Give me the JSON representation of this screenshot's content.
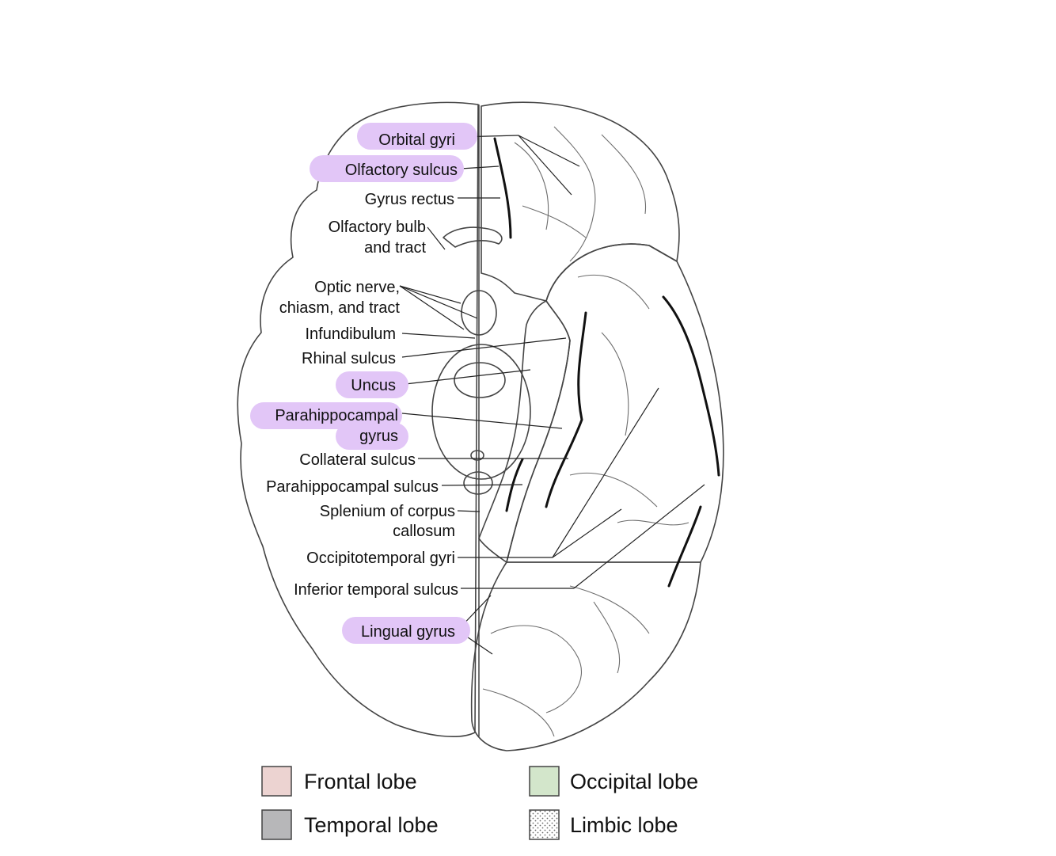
{
  "colors": {
    "frontal": "#ecd3d1",
    "temporal": "#b7b7b9",
    "occipital": "#d3e6cb",
    "limbic": "#e4e4e4",
    "highlight": "#e2c6f7",
    "outline": "#444444"
  },
  "labels": {
    "orbital_gyri": "Orbital gyri",
    "olfactory_sulcus": "Olfactory sulcus",
    "gyrus_rectus": "Gyrus rectus",
    "olfactory_bulb_1": "Olfactory bulb",
    "olfactory_bulb_2": "and tract",
    "optic_1": "Optic nerve,",
    "optic_2": "chiasm, and tract",
    "infundibulum": "Infundibulum",
    "rhinal_sulcus": "Rhinal sulcus",
    "uncus": "Uncus",
    "parahippocampal_1": "Parahippocampal",
    "parahippocampal_2": "gyrus",
    "collateral_sulcus": "Collateral sulcus",
    "parahippocampal_sulcus": "Parahippocampal sulcus",
    "splenium_1": "Splenium of corpus",
    "splenium_2": "callosum",
    "occipitotemporal_gyri": "Occipitotemporal gyri",
    "inferior_temporal_sulcus": "Inferior temporal sulcus",
    "lingual_gyrus": "Lingual gyrus"
  },
  "legend": {
    "frontal": "Frontal lobe",
    "occipital": "Occipital lobe",
    "temporal": "Temporal lobe",
    "limbic": "Limbic lobe"
  }
}
